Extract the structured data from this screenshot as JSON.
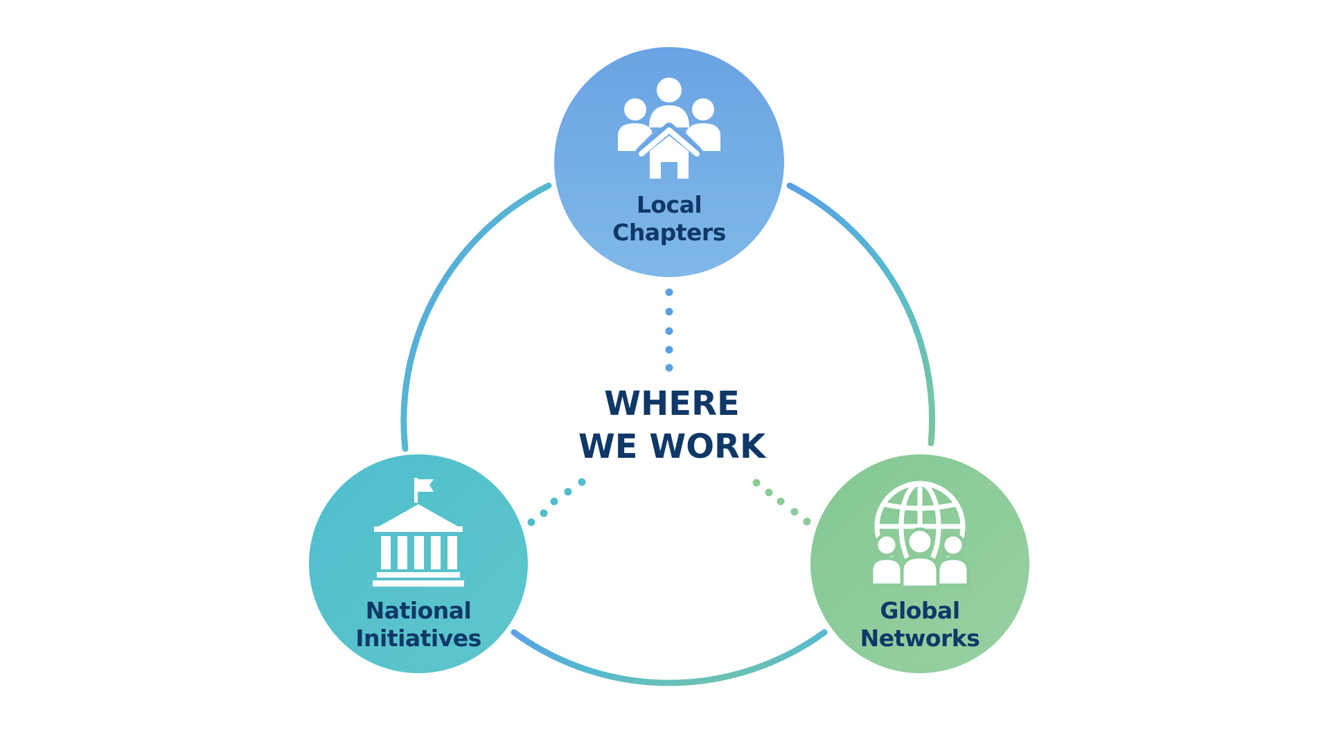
{
  "title": {
    "line1": "WHERE",
    "line2": "WE WORK"
  },
  "nodes": [
    {
      "id": "local",
      "line1": "Local",
      "line2": "Chapters",
      "icon": "community-house-icon",
      "color": "#6ea6e2"
    },
    {
      "id": "national",
      "line1": "National",
      "line2": "Initiatives",
      "icon": "government-building-icon",
      "color": "#52c0cc"
    },
    {
      "id": "global",
      "line1": "Global",
      "line2": "Networks",
      "icon": "globe-people-icon",
      "color": "#8ccb98"
    }
  ],
  "colors": {
    "text": "#0f3868",
    "ring_blue": "#4f9fe0",
    "ring_teal": "#5cc0c0",
    "ring_green": "#7cc6a0"
  }
}
